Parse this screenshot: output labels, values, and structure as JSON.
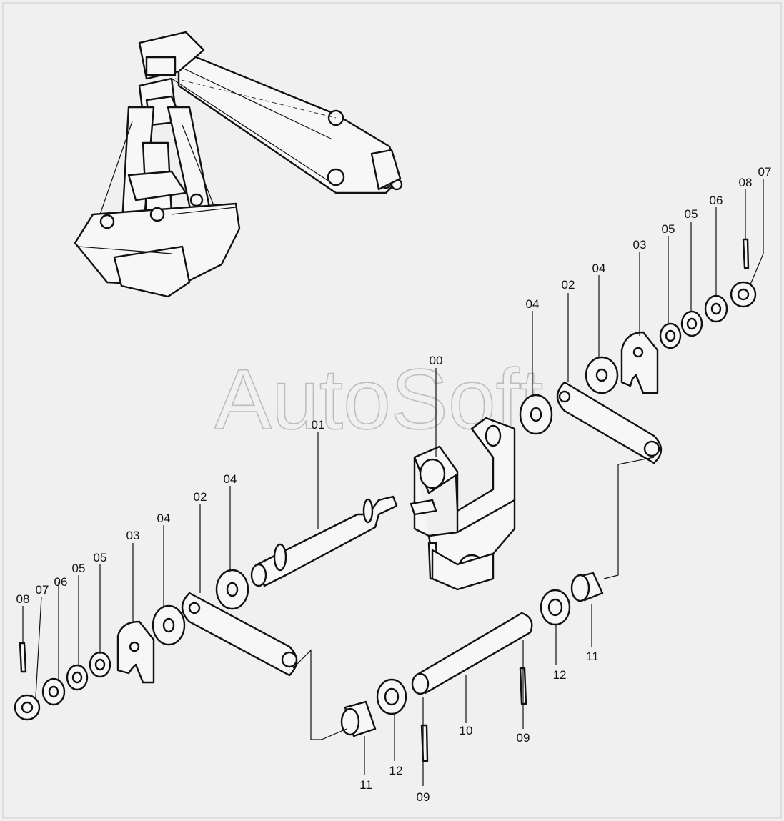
{
  "watermark": "AutoSoft",
  "callouts": {
    "c00": "00",
    "c01": "01",
    "c02_right": "02",
    "c02_left": "02",
    "c03_right": "03",
    "c03_left": "03",
    "c04_right_a": "04",
    "c04_right_b": "04",
    "c04_left_a": "04",
    "c04_left_b": "04",
    "c05_right_a": "05",
    "c05_right_b": "05",
    "c05_left_a": "05",
    "c05_left_b": "05",
    "c06_right": "06",
    "c06_left": "06",
    "c07_right": "07",
    "c07_left": "07",
    "c08_right": "08",
    "c08_left": "08",
    "c09_right": "09",
    "c09_left": "09",
    "c10": "10",
    "c11_right": "11",
    "c11_left": "11",
    "c12_right": "12",
    "c12_left": "12"
  }
}
